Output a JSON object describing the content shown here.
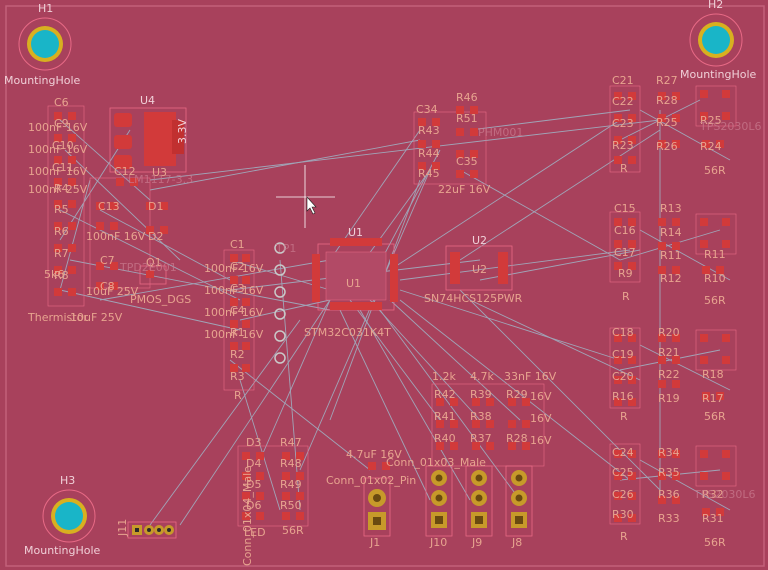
{
  "colors": {
    "board": "#a8415c",
    "pad": "#d23a3a",
    "outline": "#e86a86",
    "ratsnest": "#9fb6c8",
    "gold": "#c79a2a",
    "hole": "#19b5c8",
    "text": "#e7a48f"
  },
  "mounting_holes": [
    {
      "ref": "H1",
      "label": "MountingHole"
    },
    {
      "ref": "H2",
      "label": "MountingHole"
    },
    {
      "ref": "H3",
      "label": "MountingHole"
    }
  ],
  "refs": {
    "c6": "C6",
    "c9": "C9",
    "c10": "C10",
    "c11": "C11",
    "r4": "R4",
    "r5": "R5",
    "r6": "R6",
    "r7": "R7",
    "r8": "R8",
    "u4": "U4",
    "c12": "C12",
    "u3": "U3",
    "c13": "C13",
    "c7": "C7",
    "c8": "C8",
    "q1": "Q1",
    "d1": "D1",
    "d2": "D2",
    "c1": "C1",
    "c2": "C2",
    "c3": "C3",
    "c4": "C4",
    "c5": "C5",
    "r1": "R1",
    "r2": "R2",
    "r3": "R3",
    "u1": "U1",
    "u2": "U2",
    "c34": "C34",
    "r43": "R43",
    "r44": "R44",
    "r45": "R45",
    "r46": "R46",
    "r51": "R51",
    "c35": "C35",
    "c21": "C21",
    "c22": "C22",
    "c23": "C23",
    "r23": "R23",
    "r27": "R27",
    "r28": "R28",
    "r25": "R25",
    "r26": "R26",
    "r24": "R24",
    "c15": "C15",
    "c16": "C16",
    "c17": "C17",
    "r9": "R9",
    "r13": "R13",
    "r14": "R14",
    "r11": "R11",
    "r12": "R12",
    "r10": "R10",
    "c18": "C18",
    "c19": "C19",
    "c20": "C20",
    "r16": "R16",
    "r20": "R20",
    "r21": "R21",
    "r22": "R22",
    "r18": "R18",
    "r19": "R19",
    "r17": "R17",
    "c24": "C24",
    "c25": "C25",
    "c26": "C26",
    "r30": "R30",
    "r34": "R34",
    "r35": "R35",
    "r36": "R36",
    "r32": "R32",
    "r33": "R33",
    "r31": "R31",
    "r42": "R42",
    "r41": "R41",
    "r40": "R40",
    "r39": "R39",
    "r38": "R38",
    "r37": "R37",
    "r29": "R29",
    "r28b": "R28",
    "d3": "D3",
    "d4": "D4",
    "d5": "D5",
    "d6": "D6",
    "r47": "R47",
    "r48": "R48",
    "r49": "R49",
    "r50": "R50",
    "j1": "J1",
    "j10": "J10",
    "j9": "J9",
    "j8": "J8",
    "j11": "J11",
    "tp1": "TP1"
  },
  "values": {
    "c6_val": "100nF 16V",
    "c9_val": "100nF 16V",
    "c10_val": "100nF 16V",
    "c11_val": "100nF 25V",
    "thermistor": "Thermistor",
    "c8_val": "10uF 25V",
    "c7_val": "10uF 25V",
    "r8_val": "5k6",
    "q1_val": "PMOS_DGS",
    "u3_val": "LM1117-3.3",
    "c13_val": "100nF 16V",
    "d1_val": "TPD2E001",
    "c1_val": "100nF 16V",
    "c2_val": "100nF 16V",
    "c3_val": "100nF 16V",
    "c4_val": "100nF 16V",
    "r3_val": "R",
    "u1_val": "STM32C031K4T",
    "u2_val": "SN74HCS125PWR",
    "c35_val": "22uF 16V",
    "r43_val": "PHM001",
    "r_ohm": "R",
    "r56": "56R",
    "ohm12k": "1.2k",
    "ohm47k": "4.7k",
    "c_33nf": "33nF 16V",
    "c_16v": "16V",
    "j1_val": "Conn_01x02_Pin",
    "j1_cap": "4.7uF 16V",
    "j9_val": "Conn_01x03_Male",
    "j11_val": "Conn_01x04_Male",
    "led": "LED",
    "u5_val": "TPS2030L6",
    "tpv": "3.3V"
  }
}
